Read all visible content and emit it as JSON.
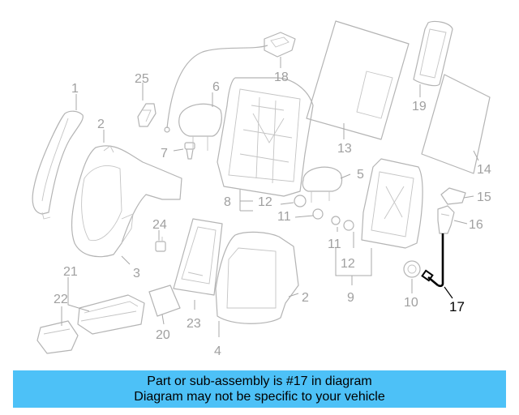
{
  "highlight": {
    "part_number": "17",
    "color": "#000000"
  },
  "banner": {
    "line1": "Part or sub-assembly is #17 in diagram",
    "line2": "Diagram may not be specific to your vehicle",
    "background": "#4dc1f7"
  },
  "callouts": {
    "c1": "1",
    "c2a": "2",
    "c2b": "2",
    "c3": "3",
    "c4": "4",
    "c5": "5",
    "c6": "6",
    "c7": "7",
    "c8": "8",
    "c9": "9",
    "c10": "10",
    "c11a": "11",
    "c11b": "11",
    "c12a": "12",
    "c12b": "12",
    "c13": "13",
    "c14": "14",
    "c15": "15",
    "c16": "16",
    "c17": "17",
    "c18": "18",
    "c19": "19",
    "c20": "20",
    "c21": "21",
    "c22": "22",
    "c23": "23",
    "c24": "24",
    "c25": "25"
  }
}
